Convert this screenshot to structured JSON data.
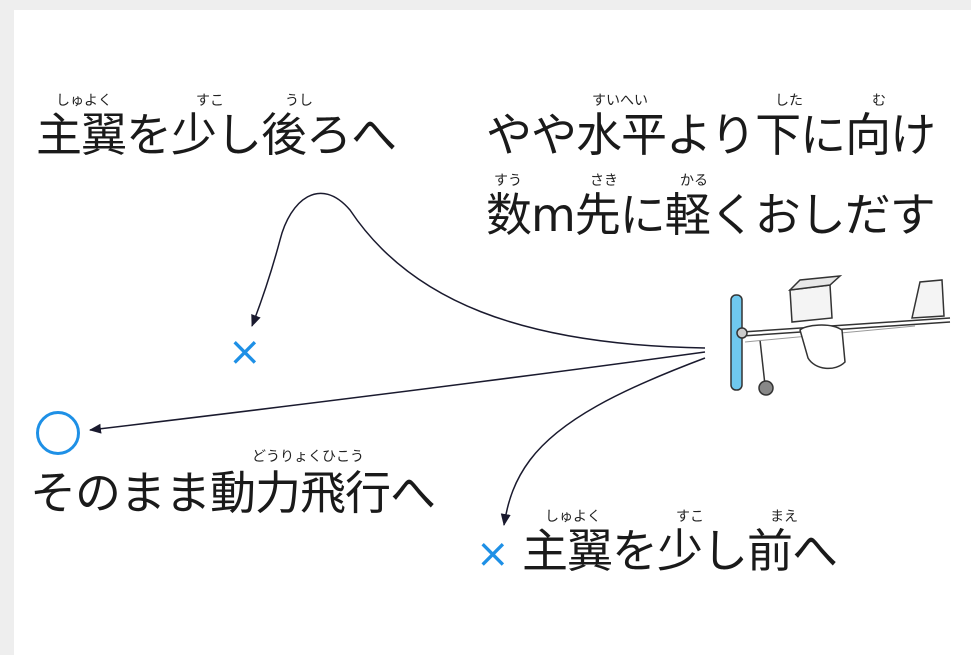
{
  "labels": {
    "top_left": "主翼を少し後ろへ",
    "top_right_line1": "やや水平より下に向け",
    "top_right_line2": "数m先に軽くおしだす",
    "middle_left": "そのまま動力飛行へ",
    "bottom": "主翼を少し前へ"
  },
  "ruby": {
    "shuyoku_1": "しゅよく",
    "suko_1": "すこ",
    "ushi": "うし",
    "suihei": "すいへい",
    "shita": "した",
    "mu": "む",
    "suu": "すう",
    "saki": "さき",
    "karu": "かる",
    "douryoku": "どうりょくひこう",
    "shuyoku_2": "しゅよく",
    "suko_2": "すこ",
    "mae": "まえ"
  },
  "symbols": {
    "cross": "×",
    "accent_color": "#1e90e6"
  }
}
